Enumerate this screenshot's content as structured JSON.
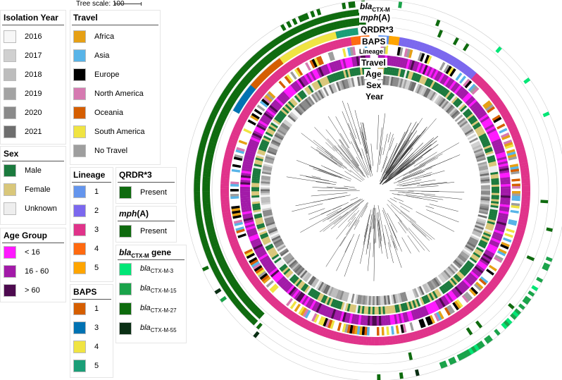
{
  "scale": {
    "label": "Tree scale: 100"
  },
  "colors": {
    "ring_bg": "#ffffff",
    "branch": "#333333"
  },
  "legends": {
    "year": {
      "title": "Isolation Year",
      "items": [
        {
          "label": "2016",
          "color": "#f7f7f7"
        },
        {
          "label": "2017",
          "color": "#d0d0d0"
        },
        {
          "label": "2018",
          "color": "#bdbdbd"
        },
        {
          "label": "2019",
          "color": "#a3a3a3"
        },
        {
          "label": "2020",
          "color": "#8a8a8a"
        },
        {
          "label": "2021",
          "color": "#6e6e6e"
        }
      ]
    },
    "travel": {
      "title": "Travel",
      "items": [
        {
          "label": "Africa",
          "color": "#e6a015"
        },
        {
          "label": "Asia",
          "color": "#58b4e8"
        },
        {
          "label": "Europe",
          "color": "#000000"
        },
        {
          "label": "North America",
          "color": "#d67ab1"
        },
        {
          "label": "Oceania",
          "color": "#d55e00"
        },
        {
          "label": "South America",
          "color": "#f0e442"
        },
        {
          "label": "No Travel",
          "color": "#9e9e9e"
        }
      ]
    },
    "sex": {
      "title": "Sex",
      "items": [
        {
          "label": "Male",
          "color": "#1b7a3e"
        },
        {
          "label": "Female",
          "color": "#d9c77a"
        },
        {
          "label": "Unknown",
          "color": "#eeeeee"
        }
      ]
    },
    "age": {
      "title": "Age Group",
      "items": [
        {
          "label": "< 16",
          "color": "#ff19ff"
        },
        {
          "label": "16 - 60",
          "color": "#a21aa8"
        },
        {
          "label": "> 60",
          "color": "#4d0a4f"
        }
      ]
    },
    "lineage": {
      "title": "Lineage",
      "items": [
        {
          "label": "1",
          "color": "#6495ed"
        },
        {
          "label": "2",
          "color": "#7b68ee"
        },
        {
          "label": "3",
          "color": "#e0338a"
        },
        {
          "label": "4",
          "color": "#ff6a10"
        },
        {
          "label": "5",
          "color": "#ffa500"
        }
      ]
    },
    "baps": {
      "title": "BAPS",
      "items": [
        {
          "label": "1",
          "color": "#d55e00"
        },
        {
          "label": "3",
          "color": "#0072b2"
        },
        {
          "label": "4",
          "color": "#f0e442"
        },
        {
          "label": "5",
          "color": "#1a9e77"
        }
      ]
    },
    "qrdr": {
      "title": "QRDR*3",
      "items": [
        {
          "label": "Present",
          "color": "#0f6b0f"
        }
      ]
    },
    "mph": {
      "title_main": "mph",
      "title_rest": "(A)",
      "items": [
        {
          "label": "Present",
          "color": "#0f6b0f"
        }
      ]
    },
    "ctx": {
      "title_main": "bla",
      "title_sub": "CTX-M",
      "title_rest": " gene",
      "items": [
        {
          "main": "bla",
          "sub": "CTX-M-3",
          "color": "#00e676"
        },
        {
          "main": "bla",
          "sub": "CTX-M-15",
          "color": "#1aa34a"
        },
        {
          "main": "bla",
          "sub": "CTX-M-27",
          "color": "#0d6b0d"
        },
        {
          "main": "bla",
          "sub": "CTX-M-55",
          "color": "#0a2f14"
        }
      ]
    }
  },
  "ring_labels": {
    "ctx_main": "bla",
    "ctx_sub": "CTX-M",
    "mph_main": "mph",
    "mph_rest": "(A)",
    "qrdr": "QRDR*3",
    "baps": "BAPS",
    "lineage": "Lineage",
    "travel": "Travel",
    "age": "Age",
    "sex": "Sex",
    "year": "Year"
  }
}
